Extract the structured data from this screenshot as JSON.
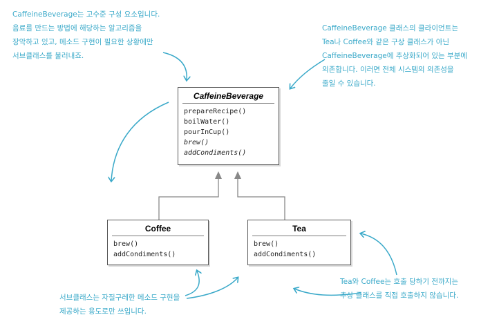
{
  "notes": {
    "top_left": "CaffeineBeverage는 고수준 구성 요소입니다.\n음료를 만드는 방법에 해당하는 알고리즘을\n장악하고 있고, 메소드 구현이 필요한 상황에만\n서브클래스를 불러내죠.",
    "top_right": "CaffeineBeverage 클래스의 클라이언트는\nTea나 Coffee와 같은 구상 클래스가 아닌\nCaffeineBeverage에 추상화되어 있는 부분에\n의존합니다. 이러면 전체 시스템의 의존성을\n줄일 수 있습니다.",
    "bottom_left": "서브클래스는 자질구레한 메소드 구현을\n제공하는 용도로만 쓰입니다.",
    "bottom_right": "Tea와 Coffee는 호출 당하기 전까지는\n추상 클래스를 직접 호출하지 않습니다."
  },
  "classes": {
    "caffeine": {
      "name": "CaffeineBeverage",
      "methods": [
        "prepareRecipe()",
        "boilWater()",
        "pourInCup()",
        "brew()",
        "addCondiments()"
      ]
    },
    "coffee": {
      "name": "Coffee",
      "methods": [
        "brew()",
        "addCondiments()"
      ]
    },
    "tea": {
      "name": "Tea",
      "methods": [
        "brew()",
        "addCondiments()"
      ]
    }
  },
  "colors": {
    "annotation": "#3aa9c9",
    "box_border": "#555555",
    "inheritance_line": "#888888"
  }
}
